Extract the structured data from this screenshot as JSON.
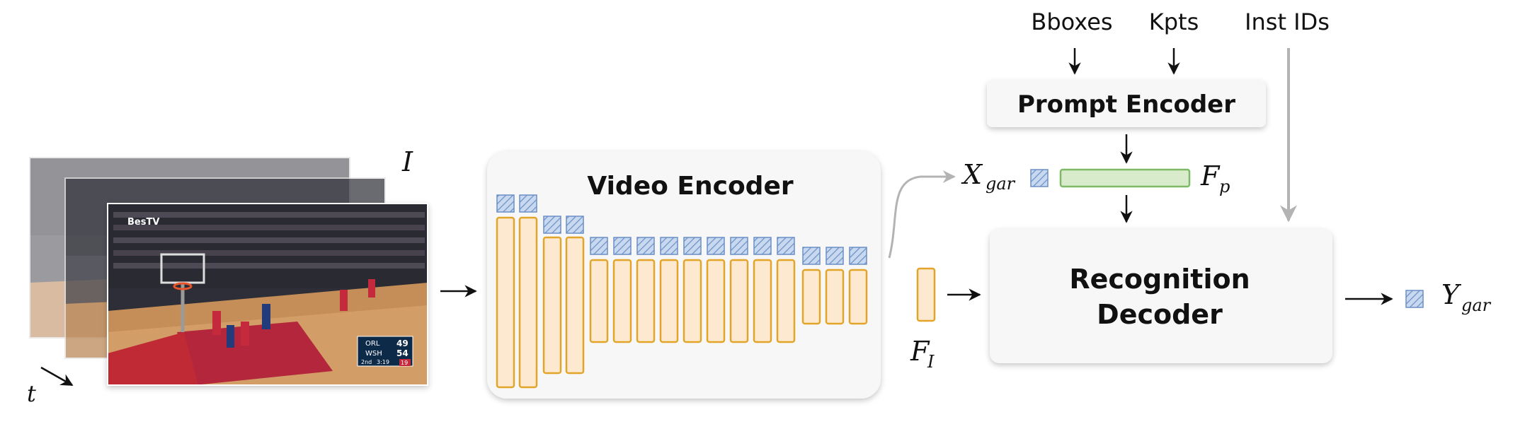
{
  "inputs": {
    "bboxes": "Bboxes",
    "kpts": "Kpts",
    "inst_ids": "Inst IDs"
  },
  "frames": {
    "symbol": "I",
    "time_symbol": "t",
    "scoreboard": {
      "team1": "ORL",
      "score1": "49",
      "team2": "WSH",
      "score2": "54",
      "period": "2nd",
      "clock": "3:19",
      "shot": "19"
    },
    "watermark": "BesTV"
  },
  "video_encoder": {
    "label": "Video Encoder"
  },
  "prompt_encoder": {
    "label": "Prompt Encoder"
  },
  "recognition_decoder": {
    "line1": "Recognition",
    "line2": "Decoder"
  },
  "symbols": {
    "x_main": "X",
    "x_sub": "gar",
    "fp_main": "F",
    "fp_sub": "p",
    "fi_main": "F",
    "fi_sub": "I",
    "y_main": "Y",
    "y_sub": "gar"
  },
  "colors": {
    "feature_fill": "#fde9cf",
    "feature_stroke": "#e3a529",
    "token_fill": "#c7d8ef",
    "token_stroke": "#6a8fc7",
    "prompt_feature_fill": "#d8eccb",
    "prompt_feature_stroke": "#7db966",
    "box_fill": "#f7f7f7",
    "arrow_gray": "#b3b3b3"
  }
}
